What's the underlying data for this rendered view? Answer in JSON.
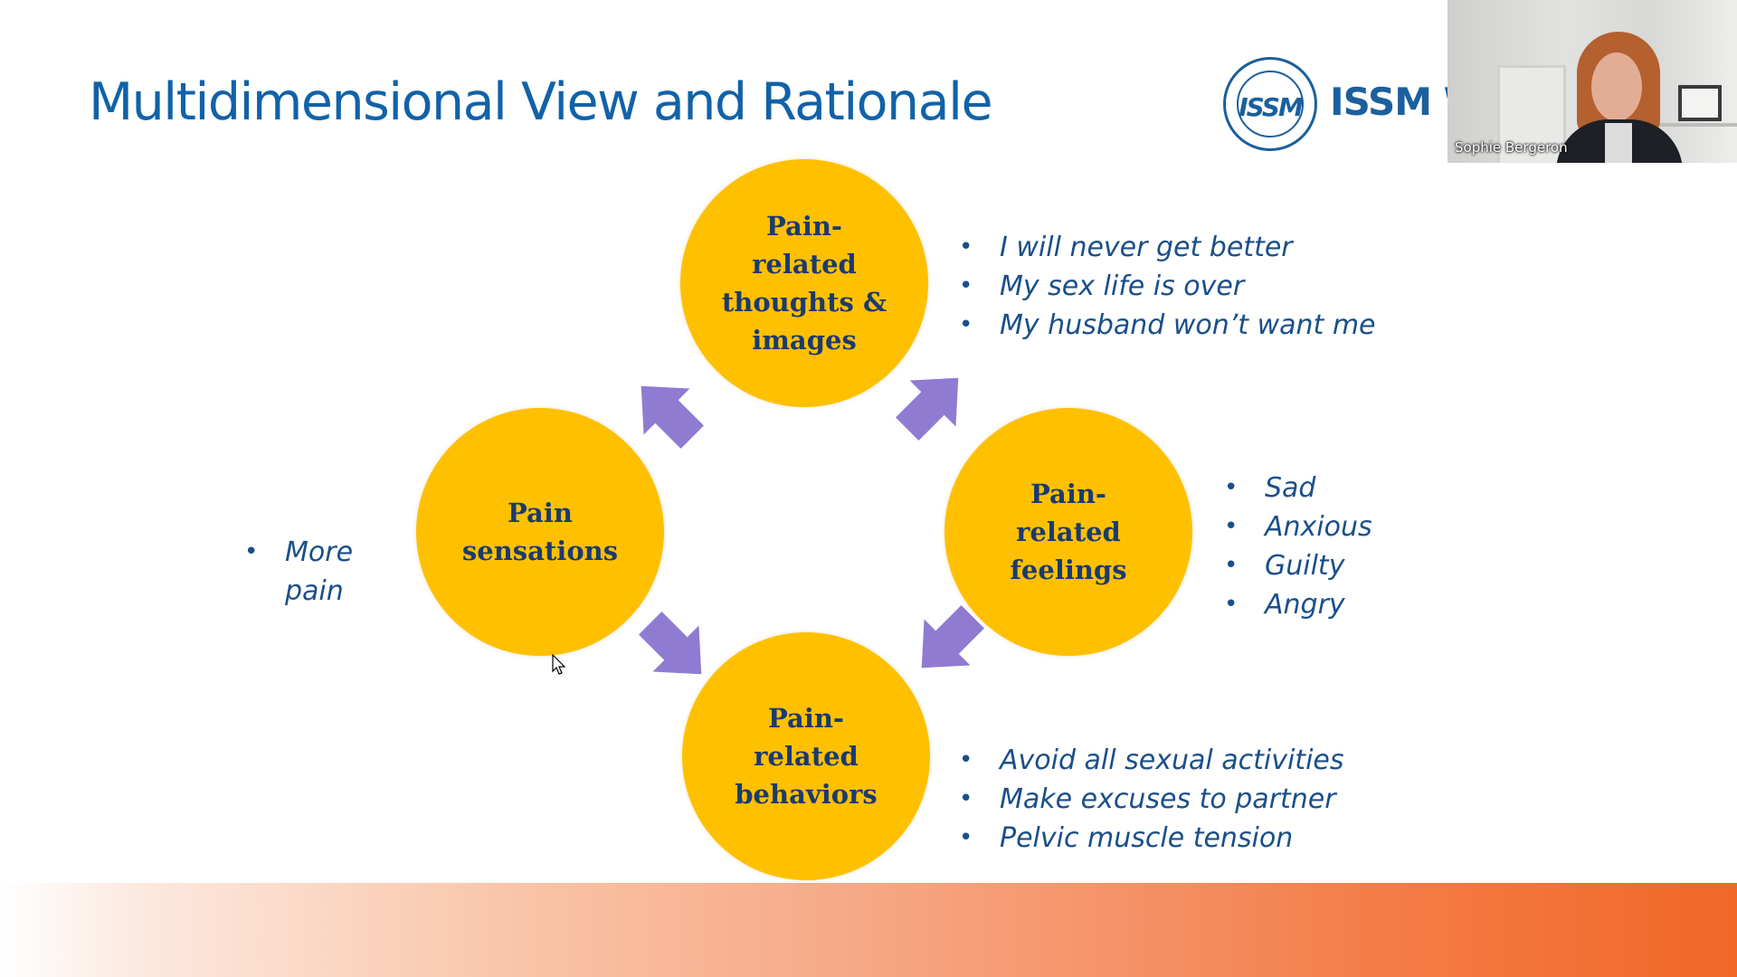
{
  "slide": {
    "title": "Multidimensional View and Rationale"
  },
  "logo": {
    "monogram": "ISSM",
    "wordmark": "ISSM W"
  },
  "participant": {
    "name": "Sophie Bergeron"
  },
  "cycle": {
    "circle_fill": "#ffc000",
    "arrow_fill": "#8f7bd2",
    "nodes": {
      "top": "Pain-\nrelated\nthoughts &\nimages",
      "right": "Pain-\nrelated\nfeelings",
      "bottom": "Pain-\nrelated\nbehaviors",
      "left": "Pain\nsensations"
    }
  },
  "bullets": {
    "thoughts": [
      "I will never get better",
      "My sex life is over",
      "My husband won’t want me"
    ],
    "feelings": [
      "Sad",
      "Anxious",
      "Guilty",
      "Angry"
    ],
    "behaviors": [
      "Avoid all sexual activities",
      "Make excuses to partner",
      "Pelvic muscle tension"
    ],
    "sensations": [
      "More\npain"
    ]
  }
}
